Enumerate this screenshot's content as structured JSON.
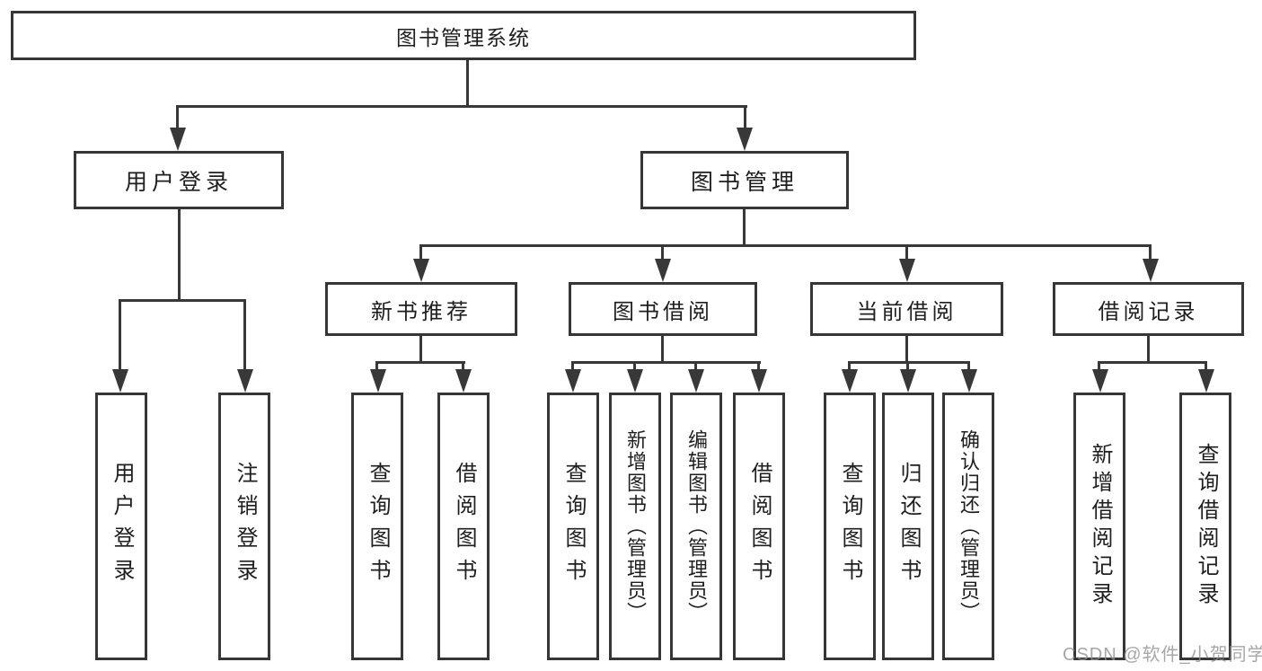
{
  "diagram": {
    "title": "图书管理系统",
    "root": {
      "label": "图书管理系统"
    },
    "branches": {
      "user_login": {
        "label": "用户登录",
        "children": [
          "用户登录",
          "注销登录"
        ]
      },
      "book_management": {
        "label": "图书管理",
        "sections": [
          {
            "label": "新书推荐",
            "children": [
              "查询图书",
              "借阅图书"
            ]
          },
          {
            "label": "图书借阅",
            "children": [
              "查询图书",
              "新增图书（管理员）",
              "编辑图书（管理员）",
              "借阅图书"
            ]
          },
          {
            "label": "当前借阅",
            "children": [
              "查询图书",
              "归还图书",
              "确认归还（管理员）"
            ]
          },
          {
            "label": "借阅记录",
            "children": [
              "新增借阅记录",
              "查询借阅记录"
            ]
          }
        ]
      }
    }
  },
  "watermark": {
    "text": "CSDN @软件_小贺同学"
  },
  "colors": {
    "background": "#ffffff",
    "line": "#383838",
    "node_border": "#363636",
    "text": "#1e1e1e",
    "watermark": "#919191"
  }
}
